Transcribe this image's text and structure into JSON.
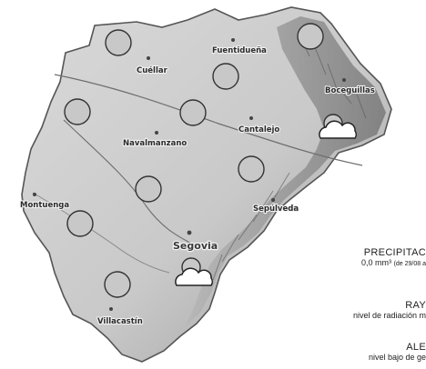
{
  "map": {
    "towns": [
      {
        "id": "fuentiduena",
        "name": "Fuentidueña"
      },
      {
        "id": "cuellar",
        "name": "Cuéllar"
      },
      {
        "id": "boceguillas",
        "name": "Boceguillas"
      },
      {
        "id": "cantalejo",
        "name": "Cantalejo"
      },
      {
        "id": "navalmanzano",
        "name": "Navalmanzano"
      },
      {
        "id": "sepulveda",
        "name": "Sepúlveda"
      },
      {
        "id": "montuenga",
        "name": "Montuenga"
      },
      {
        "id": "segovia",
        "name": "Segovia"
      },
      {
        "id": "villacastin",
        "name": "Villacastín"
      }
    ],
    "weather_icons": {
      "sun": "sun-icon",
      "sun_cloud": "sun-behind-cloud-icon"
    }
  },
  "info": {
    "precip_head": "PRECIPITAC",
    "precip_value": "0,0 mm³",
    "precip_note": "(de 29/08 a",
    "ray_head": "RAY",
    "ray_sub": "nivel de radiación m",
    "ale_head": "ALE",
    "ale_sub": "nivel bajo de ge"
  }
}
